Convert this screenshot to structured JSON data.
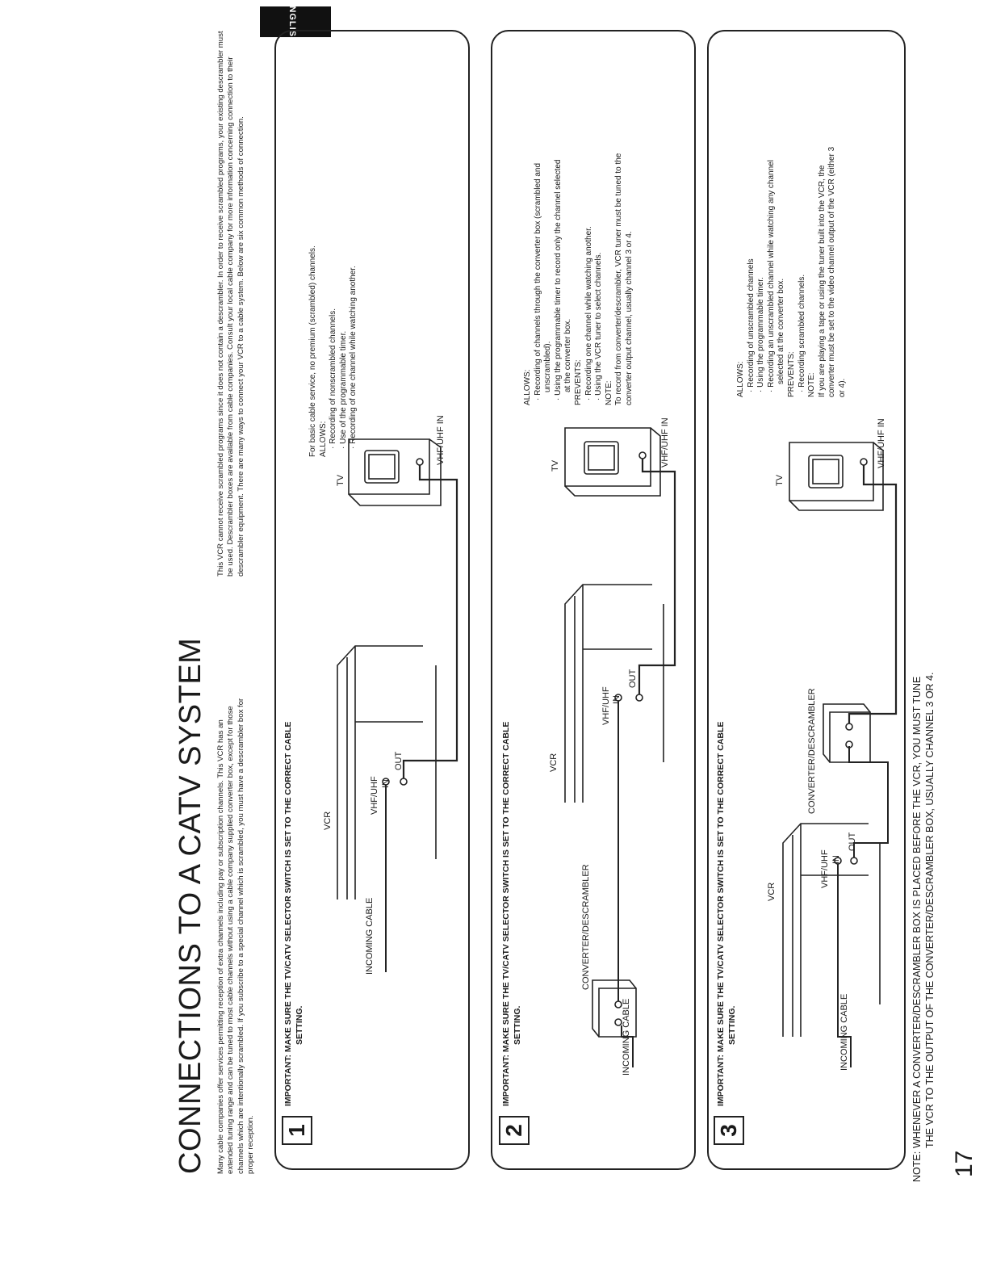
{
  "page": {
    "title": "CONNECTIONS TO A CATV SYSTEM",
    "language_tab": "ENGLISH",
    "page_number": "17",
    "intro_left": "Many cable companies offer services permitting reception of extra channels including pay or subscription channels. This VCR has an extended tuning range and can be tuned to most cable channels without using a cable company supplied converter box, except for those channels which are intentionally scrambled. If you subscribe to a special channel which is scrambled, you must have a descrambler box for proper reception.",
    "intro_right": "This VCR cannot receive scrambled programs since it does not contain a descrambler. In order to receive scrambled programs, your existing descrambler must be used. Descrambler boxes are available from cable companies. Consult your local cable company for more information concerning connection to their descrambler equipment. There are many ways to connect your VCR to a cable system. Below are six common methods of connection.",
    "note_label": "NOTE:",
    "note_line1": "WHENEVER A CONVERTER/DESCRAMBLER BOX IS PLACED BEFORE THE VCR, YOU MUST TUNE",
    "note_line2": "THE VCR TO THE OUTPUT OF THE CONVERTER/DESCRAMBLER BOX, USUALLY CHANNEL 3 OR 4."
  },
  "labels": {
    "vcr": "VCR",
    "tv": "TV",
    "vhf_uhf": "VHF/UHF",
    "in": "IN",
    "out": "OUT",
    "vhf_uhf_in": "VHF/UHF IN",
    "incoming_cable": "INCOMING CABLE",
    "converter": "CONVERTER/DESCRAMBLER"
  },
  "steps": [
    {
      "number": "1",
      "important_line1": "IMPORTANT: MAKE SURE THE TV/CATV SELECTOR SWITCH IS SET TO THE CORRECT CABLE",
      "important_line2": "SETTING.",
      "text": [
        "For basic cable service, no premium (scrambled) channels.",
        "ALLOWS:",
        "· Recording of nonscrambled channels.",
        "· Use of the programmable timer.",
        "· Recording of one channel while watching another."
      ]
    },
    {
      "number": "2",
      "important_line1": "IMPORTANT: MAKE SURE THE TV/CATV SELECTOR SWITCH IS SET TO THE CORRECT CABLE",
      "important_line2": "SETTING.",
      "text": [
        "ALLOWS:",
        "· Recording of channels through the converter box (scrambled and",
        "  unscrambled).",
        "· Using the programmable timer to record only the channel selected",
        "  at the converter box.",
        "PREVENTS:",
        "· Recording one channel while watching another.",
        "· Using the VCR tuner to select channels.",
        "NOTE:",
        "To record from converter/descrambler, VCR tuner must be tuned to the",
        "converter output channel, usually channel 3 or 4."
      ]
    },
    {
      "number": "3",
      "important_line1": "IMPORTANT: MAKE SURE THE TV/CATV SELECTOR SWITCH IS SET TO THE CORRECT CABLE",
      "important_line2": "SETTING.",
      "text": [
        "ALLOWS:",
        "· Recording of unscrambled channels",
        "· Using the programmable timer.",
        "· Recording an unscrambled channel while watching any channel",
        "  selected at the converter box.",
        "PREVENTS:",
        "· Recording scrambled channels.",
        "NOTE:",
        "If you are playing a tape or using the tuner built into the VCR, the",
        "converter must be set to the video channel output of the VCR (either 3",
        "or 4)."
      ]
    }
  ]
}
